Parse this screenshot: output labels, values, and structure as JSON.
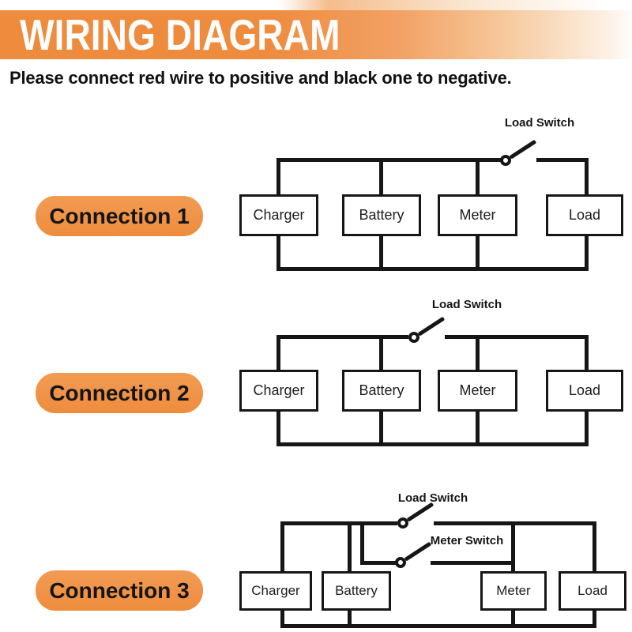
{
  "header": {
    "title": "WIRING DIAGRAM",
    "subtitle": "Please connect red wire to positive and black one to negative."
  },
  "colors": {
    "banner_orange": "#ee8b3d",
    "pill_orange": "#f0954c",
    "wire_black": "#161616",
    "text_black": "#111111"
  },
  "connections": [
    {
      "label": "Connection 1",
      "boxes": [
        "Charger",
        "Battery",
        "Meter",
        "Load"
      ],
      "switches": [
        "Load Switch"
      ]
    },
    {
      "label": "Connection 2",
      "boxes": [
        "Charger",
        "Battery",
        "Meter",
        "Load"
      ],
      "switches": [
        "Load Switch"
      ]
    },
    {
      "label": "Connection 3",
      "boxes": [
        "Charger",
        "Battery",
        "Meter",
        "Load"
      ],
      "switches": [
        "Load Switch",
        "Meter Switch"
      ]
    }
  ]
}
